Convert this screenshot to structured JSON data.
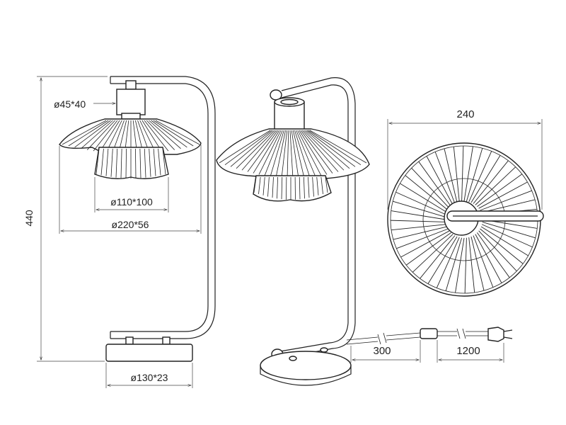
{
  "dimensions": {
    "height_total": "440",
    "socket": "ø45*40",
    "inner_shade": "ø110*100",
    "outer_shade": "ø220*56",
    "base": "ø130*23",
    "top_width": "240",
    "cord_to_switch": "300",
    "cord_to_plug": "1200"
  },
  "colors": {
    "line": "#222222",
    "background": "#ffffff"
  }
}
